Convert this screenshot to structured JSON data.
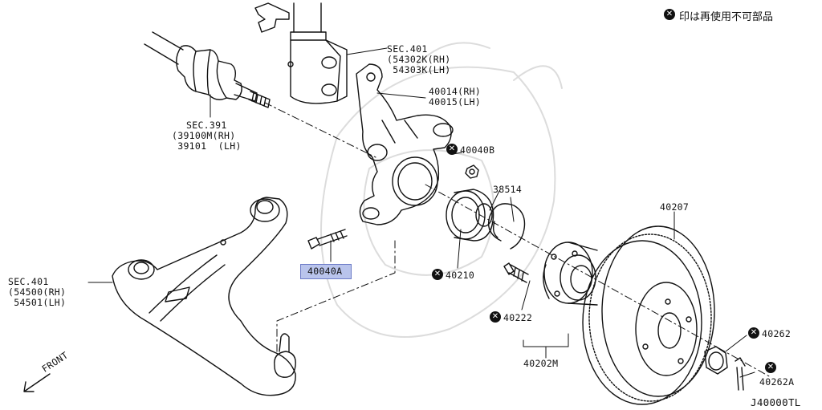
{
  "legend": {
    "text": "印は再使用不可部品"
  },
  "diagram_code": "J40000TL",
  "front_label": "FRONT",
  "callouts": {
    "strut": {
      "line1": "SEC.401",
      "line2": "(54302K(RH)",
      "line3": " 54303K(LH)"
    },
    "driveshaft": {
      "line1": "SEC.391",
      "line2": "(39100M(RH)",
      "line3": " 39101  (LH)"
    },
    "knuckle": {
      "line1": "40014(RH)",
      "line2": "40015(LH)"
    },
    "nut_40040b": {
      "label": "40040B"
    },
    "bolt_40040a": {
      "label": "40040A"
    },
    "circlip": {
      "label": "38514"
    },
    "bearing": {
      "label": "40210"
    },
    "rotor": {
      "label": "40207"
    },
    "hub_bolt": {
      "label": "40222"
    },
    "hub_assy": {
      "label": "40202M"
    },
    "hub_nut": {
      "label": "40262"
    },
    "cotter_pin": {
      "label": "40262A"
    },
    "lower_arm": {
      "line1": "SEC.401",
      "line2": "(54500(RH)",
      "line3": " 54501(LH)"
    }
  }
}
